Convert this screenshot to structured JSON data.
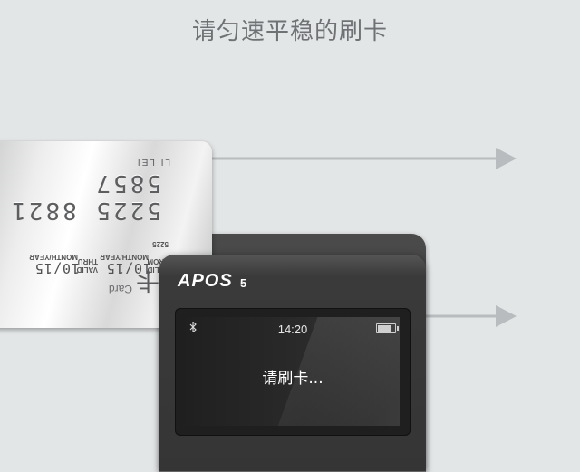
{
  "instruction": "请匀速平稳的刷卡",
  "card": {
    "number_mirrored": "5225  8821  5857",
    "valid_from": "10/15",
    "valid_thru": "10/15",
    "small_code": "5225",
    "bank_name": "卡",
    "card_type": "Card",
    "holder": "LI LEI",
    "from_label": "VALID\nFROM",
    "thru_label": "VALID\nTHRU",
    "monthyear_label": "MONTH/YEAR"
  },
  "device": {
    "brand": "APOS",
    "model": "5",
    "screen": {
      "time": "14:20",
      "prompt": "请刷卡...",
      "bluetooth_icon": "bluetooth-icon",
      "battery_level": 0.85
    }
  },
  "colors": {
    "background": "#e3e6e7",
    "arrow": "#b9bcbe",
    "device": "#3a3a3a"
  }
}
